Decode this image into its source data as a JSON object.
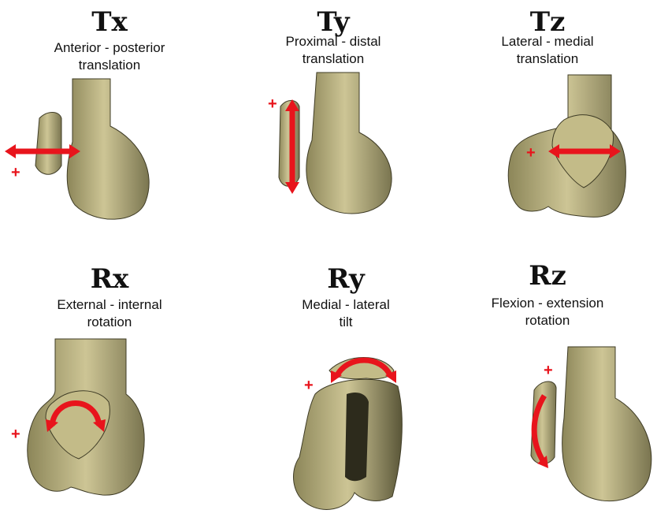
{
  "panels": [
    {
      "id": "tx",
      "title": "Tx",
      "line1": "Anterior - posterior",
      "line2": "translation",
      "sign": "+"
    },
    {
      "id": "ty",
      "title": "Ty",
      "line1": "Proximal - distal",
      "line2": "translation",
      "sign": "+"
    },
    {
      "id": "tz",
      "title": "Tz",
      "line1": "Lateral - medial",
      "line2": "translation",
      "sign": "+"
    },
    {
      "id": "rx",
      "title": "Rx",
      "line1": "External - internal",
      "line2": "rotation",
      "sign": "+"
    },
    {
      "id": "ry",
      "title": "Ry",
      "line1": "Medial - lateral",
      "line2": "tilt",
      "sign": "+"
    },
    {
      "id": "rz",
      "title": "Rz",
      "line1": "Flexion - extension",
      "line2": "rotation",
      "sign": "+"
    }
  ],
  "colors": {
    "bone": "#c7bf8e",
    "bone_shadow": "#6e6a45",
    "bone_edge": "#3f3c26",
    "arrow": "#e8141c",
    "plus": "#e8141c"
  }
}
